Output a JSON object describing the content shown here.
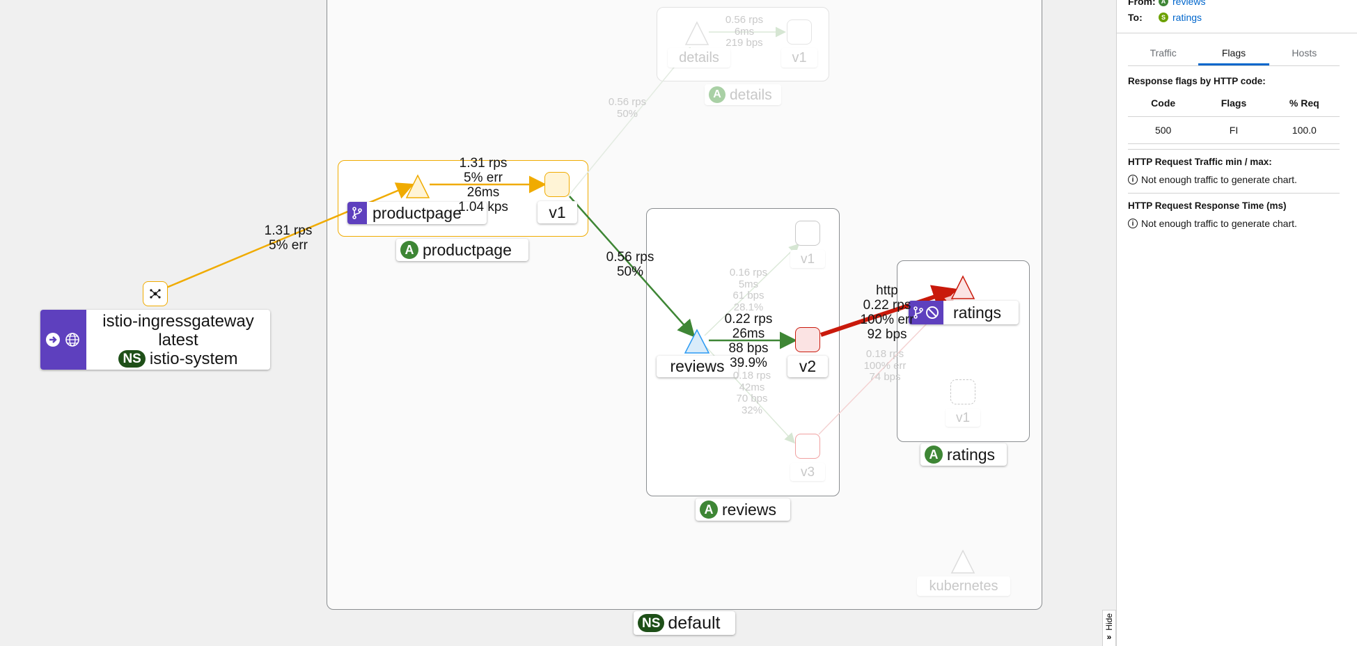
{
  "graph": {
    "ns_default": {
      "badge": "NS",
      "name": "default"
    },
    "gateway": {
      "line1": "istio-ingressgateway",
      "line2": "latest",
      "ns_badge": "NS",
      "ns_name": "istio-system",
      "icons": [
        "arrow-right-circle-icon",
        "globe-icon"
      ]
    },
    "productpage": {
      "service_label": "productpage",
      "version_label": "v1",
      "app_badge": "A",
      "app_name": "productpage",
      "icon": "branch-icon"
    },
    "details": {
      "service_label": "details",
      "version_label": "v1",
      "app_badge": "A",
      "app_name": "details"
    },
    "reviews": {
      "service_label": "reviews",
      "v1": "v1",
      "v2": "v2",
      "v3": "v3",
      "app_badge": "A",
      "app_name": "reviews"
    },
    "ratings": {
      "service_label": "ratings",
      "version_label": "v1",
      "app_badge": "A",
      "app_name": "ratings",
      "icons": [
        "branch-icon",
        "ban-icon"
      ]
    },
    "kubernetes": {
      "label": "kubernetes"
    },
    "edges": {
      "gateway_to_productpage": [
        "1.31 rps",
        "5% err"
      ],
      "productpage_to_v1": [
        "1.31 rps",
        "5% err",
        "26ms",
        "1.04 kps"
      ],
      "v1_to_details": [
        "0.56 rps",
        "50%"
      ],
      "details_to_v1": [
        "0.56 rps",
        "6ms",
        "219 bps"
      ],
      "v1_to_reviews": [
        "0.56 rps",
        "50%"
      ],
      "reviews_to_v1": [
        "0.16 rps",
        "5ms",
        "61 bps",
        "28.1%"
      ],
      "reviews_to_v2": [
        "0.22 rps",
        "26ms",
        "88 bps",
        "39.9%"
      ],
      "reviews_to_v3": [
        "0.18 rps",
        "42ms",
        "70 bps",
        "32%"
      ],
      "v2_to_ratings": [
        "http",
        "0.22 rps",
        "100% err",
        "92 bps"
      ],
      "v3_to_ratings": [
        "0.18 rps",
        "100% err",
        "74 bps"
      ]
    },
    "colors": {
      "healthy": "#3e8635",
      "degraded": "#f0ab00",
      "failure": "#c9190b",
      "app_badge": "#3e8635",
      "ns_badge": "#1e4f18",
      "svc_purple": "#5e40be"
    }
  },
  "panel": {
    "from_label": "From:",
    "from_value": "reviews",
    "from_badge": "A",
    "to_label": "To:",
    "to_value": "ratings",
    "to_badge": "S",
    "tabs": [
      "Traffic",
      "Flags",
      "Hosts"
    ],
    "active_tab": "Flags",
    "flags_title": "Response flags by HTTP code:",
    "table_headers": [
      "Code",
      "Flags",
      "% Req"
    ],
    "table_rows": [
      [
        "500",
        "FI",
        "100.0"
      ]
    ],
    "traffic_title": "HTTP Request Traffic min / max:",
    "traffic_msg": "Not enough traffic to generate chart.",
    "response_title": "HTTP Request Response Time (ms)",
    "response_msg": "Not enough traffic to generate chart.",
    "hide_label": "Hide"
  }
}
